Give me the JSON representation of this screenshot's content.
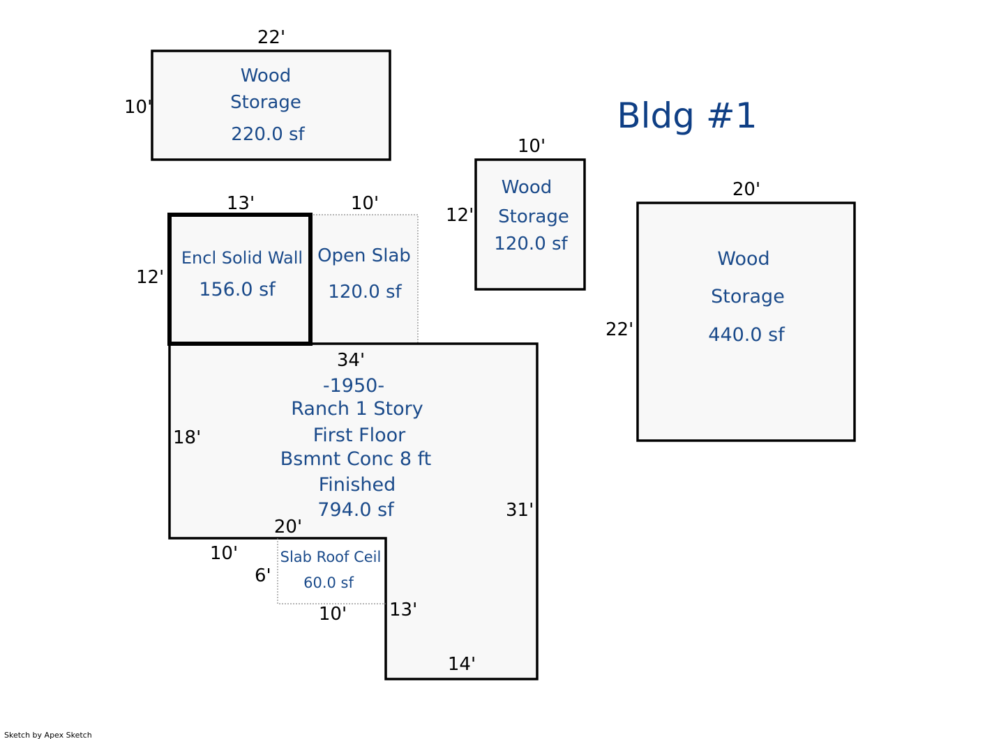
{
  "title": "Bldg #1",
  "footer": "Sketch by Apex Sketch",
  "colors": {
    "label_text": "#1a4a8a",
    "area_fill": "#f8f8f8",
    "outline": "#000000",
    "dotted_outline": "#888888"
  },
  "areas": {
    "wood_storage_top": {
      "line1": "Wood",
      "line2": "Storage",
      "area": "220.0 sf",
      "dim_top": "22'",
      "dim_left": "10'"
    },
    "wood_storage_mid": {
      "line1": "Wood",
      "line2": "Storage",
      "area": "120.0 sf",
      "dim_top": "10'",
      "dim_left": "12'"
    },
    "wood_storage_right": {
      "line1": "Wood",
      "line2": "Storage",
      "area": "440.0 sf",
      "dim_top": "20'",
      "dim_left": "22'"
    },
    "encl_solid_wall": {
      "line1": "Encl Solid Wall",
      "area": "156.0 sf",
      "dim_top": "13'",
      "dim_left": "12'"
    },
    "open_slab": {
      "line1": "Open Slab",
      "area": "120.0 sf",
      "dim_top": "10'"
    },
    "main_house": {
      "year": "-1950-",
      "style": "Ranch 1 Story",
      "floor": "First Floor",
      "basement": "Bsmnt Conc 8 ft",
      "finish": "Finished",
      "area": "794.0 sf",
      "dim_top": "34'",
      "dim_left": "18'",
      "dim_right": "31'",
      "dim_inner_top": "20'",
      "dim_bottom_left": "10'",
      "dim_step": "13'",
      "dim_bottom": "14'"
    },
    "slab_roof_ceil": {
      "line1": "Slab Roof Ceil",
      "area": "60.0 sf",
      "dim_left": "6'",
      "dim_bottom": "10'"
    }
  }
}
